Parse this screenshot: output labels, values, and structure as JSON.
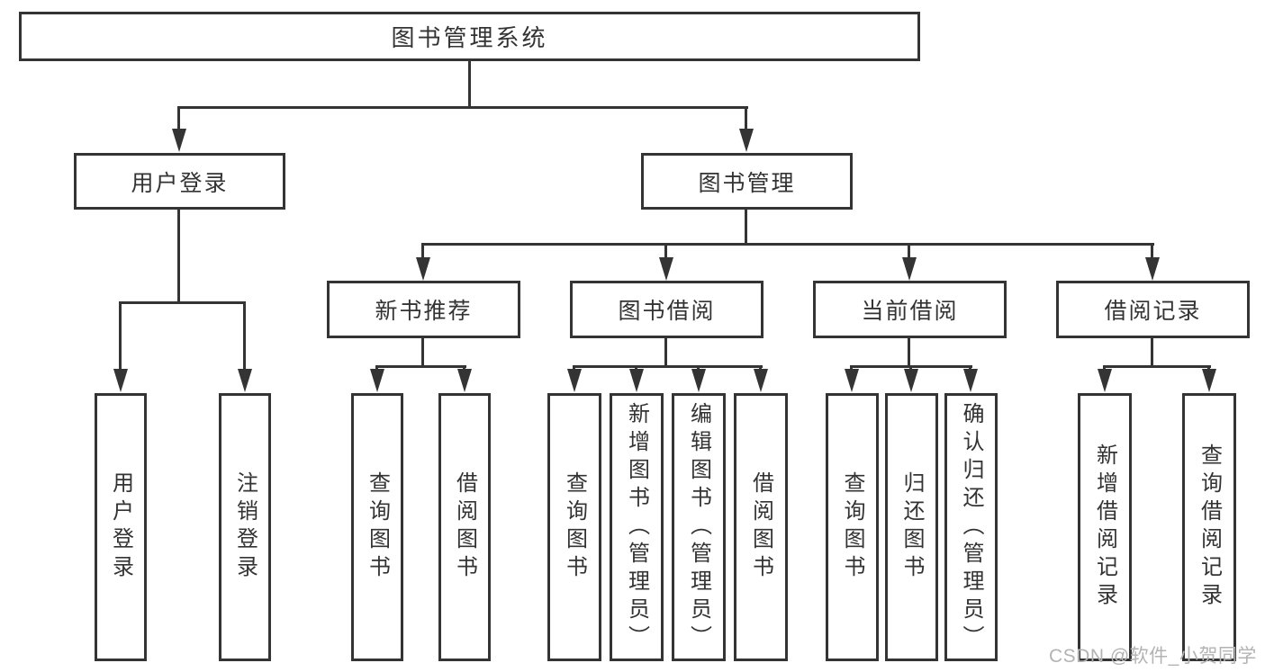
{
  "tree": {
    "root": {
      "label": "图书管理系统"
    },
    "branches": [
      {
        "label": "用户登录",
        "children": [
          {
            "label": "用户登录"
          },
          {
            "label": "注销登录"
          }
        ]
      },
      {
        "label": "图书管理",
        "children": [
          {
            "label": "新书推荐",
            "children": [
              {
                "label": "查询图书"
              },
              {
                "label": "借阅图书"
              }
            ]
          },
          {
            "label": "图书借阅",
            "children": [
              {
                "label": "查询图书"
              },
              {
                "label": "新增图书（管理员）"
              },
              {
                "label": "编辑图书（管理员）"
              },
              {
                "label": "借阅图书"
              }
            ]
          },
          {
            "label": "当前借阅",
            "children": [
              {
                "label": "查询图书"
              },
              {
                "label": "归还图书"
              },
              {
                "label": "确认归还（管理员）"
              }
            ]
          },
          {
            "label": "借阅记录",
            "children": [
              {
                "label": "新增借阅记录"
              },
              {
                "label": "查询借阅记录"
              }
            ]
          }
        ]
      }
    ]
  },
  "watermark": "CSDN @软件_小贺同学",
  "colors": {
    "line": "#343434",
    "text": "#333333",
    "watermark": "#b3b3b3",
    "background": "#ffffff"
  }
}
